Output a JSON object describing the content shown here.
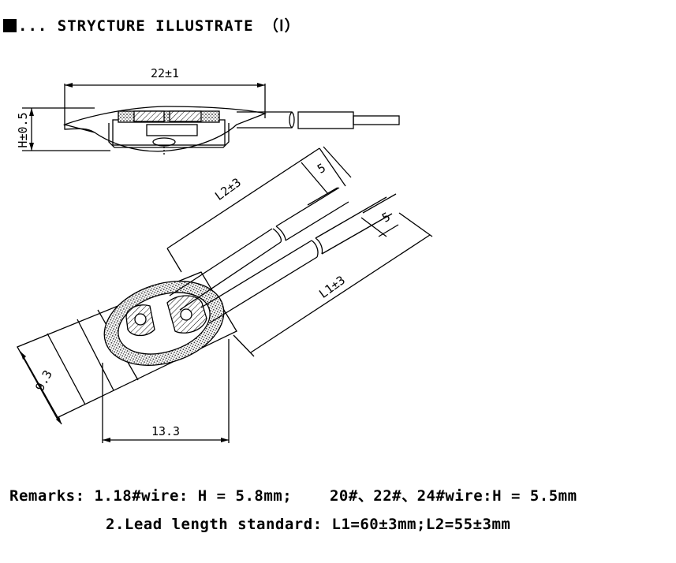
{
  "header": {
    "ellipsis": "...",
    "title": "STRYCTURE ILLUSTRATE",
    "suffix": "（Ⅰ）",
    "icon": "black-square-icon"
  },
  "side_view": {
    "dim_width": "22±1",
    "dim_height": "H±0.5"
  },
  "top_view": {
    "dim_l2": "L2±3",
    "dim_l1": "L1±3",
    "dim_strip_upper": "5",
    "dim_strip_lower": "5",
    "dim_thickness": "9.3",
    "dim_body_width": "13.3"
  },
  "remarks": {
    "label": "Remarks:",
    "line1_a": "1.18#wire: H = 5.8mm;",
    "line1_b": "20#、22#、24#wire:H = 5.5mm",
    "line2": "2.Lead length standard: L1=60±3mm;L2=55±3mm"
  }
}
